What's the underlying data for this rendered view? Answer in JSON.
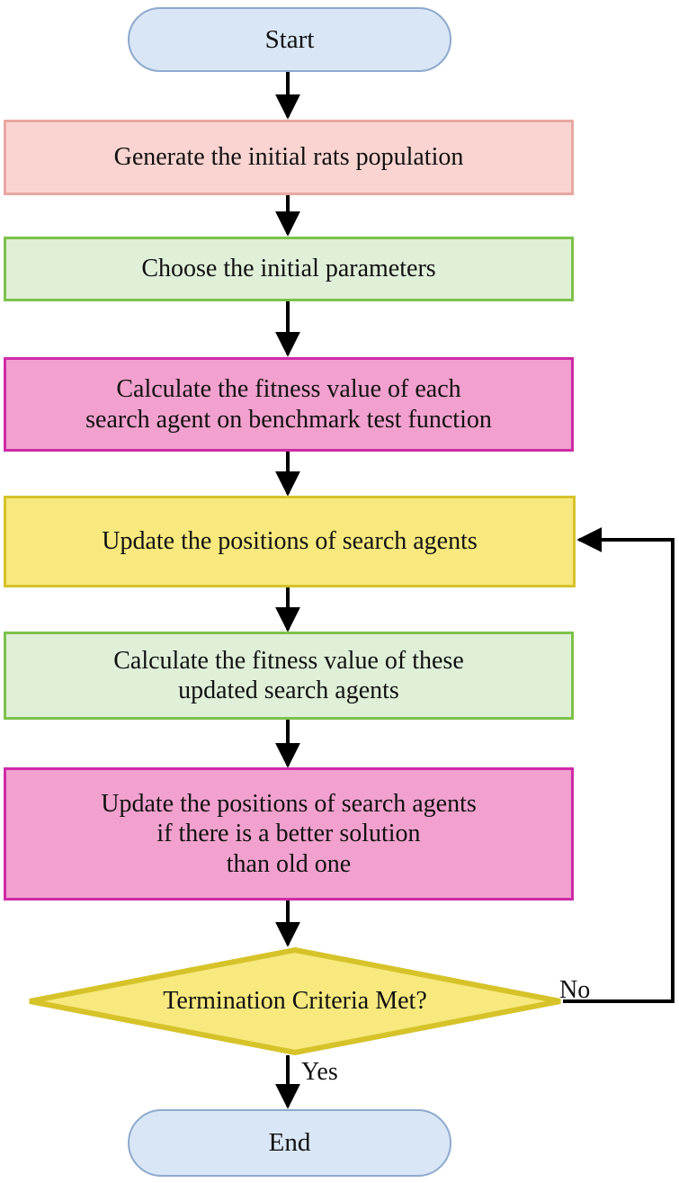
{
  "diagram": {
    "title": "Rat Swarm Optimizer flowchart",
    "colors": {
      "terminator_fill": "#d9e6f5",
      "terminator_border": "#8fa9cd",
      "pink_fill": "#fad4d0",
      "pink_border": "#e8a8a2",
      "green_fill": "#dfefd8",
      "green_border": "#7dc24b",
      "magenta_fill": "#f2a1ce",
      "magenta_border": "#cf2aa8",
      "yellow_fill": "#f7e97e",
      "yellow_border": "#d6c32a",
      "connector": "#000000",
      "text": "#111111",
      "background": "#ffffff"
    },
    "nodes": [
      {
        "id": "start",
        "shape": "terminator",
        "label": "Start"
      },
      {
        "id": "generate-population",
        "shape": "process",
        "label": "Generate the initial rats population"
      },
      {
        "id": "choose-parameters",
        "shape": "process",
        "label": "Choose the initial parameters"
      },
      {
        "id": "calculate-fitness",
        "shape": "process",
        "label": "Calculate the fitness value of each\nsearch agent on benchmark test function"
      },
      {
        "id": "update-positions",
        "shape": "process",
        "label": "Update the positions of search agents"
      },
      {
        "id": "calculate-updated-fitness",
        "shape": "process",
        "label": "Calculate the fitness value of these\nupdated search agents"
      },
      {
        "id": "update-if-better",
        "shape": "process",
        "label": "Update the positions of search agents\nif there is a better solution\nthan old one"
      },
      {
        "id": "termination-decision",
        "shape": "decision",
        "label": "Termination Criteria Met?"
      },
      {
        "id": "end",
        "shape": "terminator",
        "label": "End"
      }
    ],
    "edge_labels": {
      "no": "No",
      "yes": "Yes"
    }
  }
}
